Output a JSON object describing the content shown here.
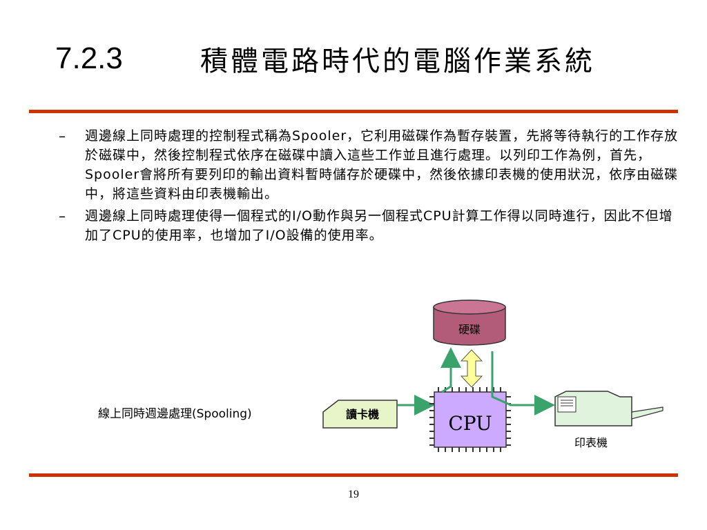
{
  "slide": {
    "number_label": "7.2.3",
    "title": "積體電路時代的電腦作業系統",
    "bullets": [
      {
        "marker": "–",
        "text": "週邊線上同時處理的控制程式稱為Spooler，它利用磁碟作為暫存裝置，先將等待執行的工作存放於磁碟中，然後控制程式依序在磁碟中讀入這些工作並且進行處理。以列印工作為例，首先，Spooler會將所有要列印的輸出資料暫時儲存於硬碟中，然後依據印表機的使用狀況，依序由磁碟中，將這些資料由印表機輸出。"
      },
      {
        "marker": "–",
        "text": "週邊線上同時處理使得一個程式的I/O動作與另一個程式CPU計算工作得以同時進行，因此不但增加了CPU的使用率，也增加了I/O設備的使用率。"
      }
    ],
    "page_number": "19"
  },
  "diagram": {
    "caption": "線上同時週邊處理(Spooling)",
    "disk_label": "硬碟",
    "card_reader_label": "讀卡機",
    "cpu_label": "CPU",
    "printer_label": "印表機",
    "colors": {
      "rule": "#cc3300",
      "disk_fill": "#b35c7a",
      "cpu_fill": "#ccaaff",
      "arrow": "#3aa36b",
      "io_arrow": "#ffff99",
      "card_fill": "#e8f5c8",
      "printer_fill": "#e0f3dc"
    }
  }
}
